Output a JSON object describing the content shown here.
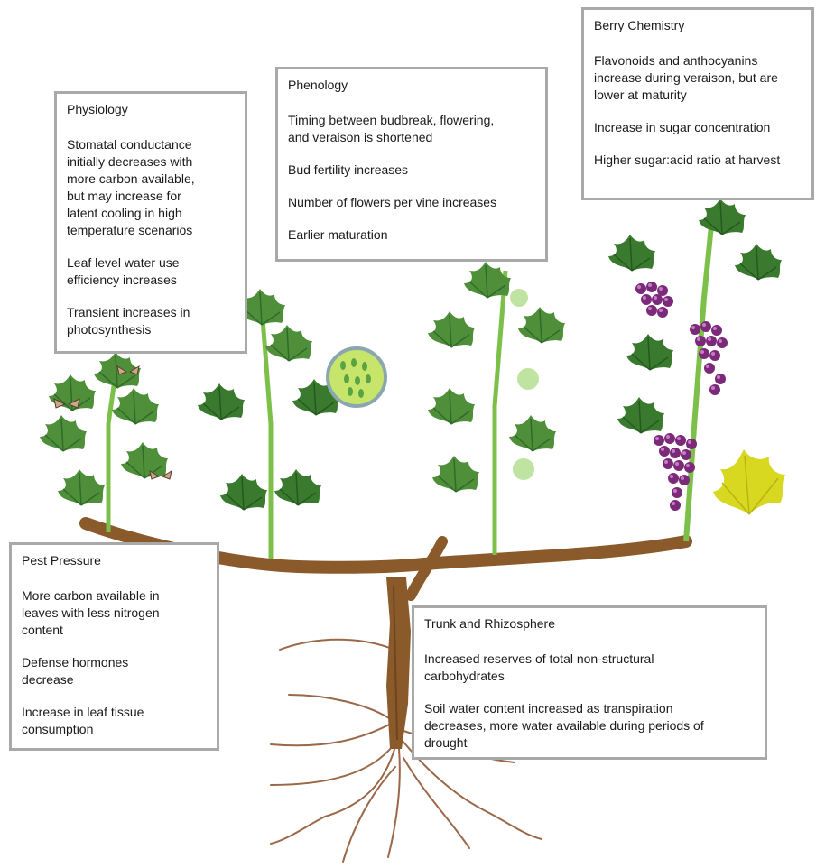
{
  "colors": {
    "box_border": "#a9a9a9",
    "leaf_green": "#4f8f3a",
    "leaf_dark": "#2f6b2a",
    "stem_green": "#7cc04a",
    "trunk_brown": "#8a5a2b",
    "root_brown": "#9a6848",
    "grape_purple": "#7b2a7a",
    "yellow_leaf": "#d8d820"
  },
  "boxes": {
    "physiology": {
      "title": "Physiology",
      "items": [
        "Stomatal conductance\ninitially decreases with\nmore carbon available,\nbut may increase for\nlatent cooling in high\ntemperature scenarios",
        "Leaf level water use\nefficiency increases",
        "Transient increases in\nphotosynthesis"
      ]
    },
    "phenology": {
      "title": "Phenology",
      "items": [
        "Timing between budbreak, flowering,\nand veraison is shortened",
        "Bud fertility increases",
        "Number of flowers per vine increases",
        "Earlier maturation"
      ]
    },
    "berry": {
      "title": "Berry Chemistry",
      "items": [
        "Flavonoids and anthocyanins\nincrease during veraison, but are\nlower at maturity",
        "Increase in sugar concentration",
        "Higher sugar:acid ratio at harvest"
      ]
    },
    "pest": {
      "title": "Pest Pressure",
      "items": [
        "More carbon available in\nleaves with less nitrogen\ncontent",
        "Defense hormones\ndecrease",
        "Increase in leaf tissue\nconsumption"
      ]
    },
    "trunk": {
      "title": "Trunk and Rhizosphere",
      "items": [
        "Increased reserves of total non-structural\ncarbohydrates",
        "Soil water content increased as transpiration\ndecreases, more water available during periods of\ndrought"
      ]
    }
  },
  "icons": [
    "moth-icon",
    "stomata-magnifier-icon",
    "grape-cluster-icon",
    "yellow-leaf-icon"
  ]
}
